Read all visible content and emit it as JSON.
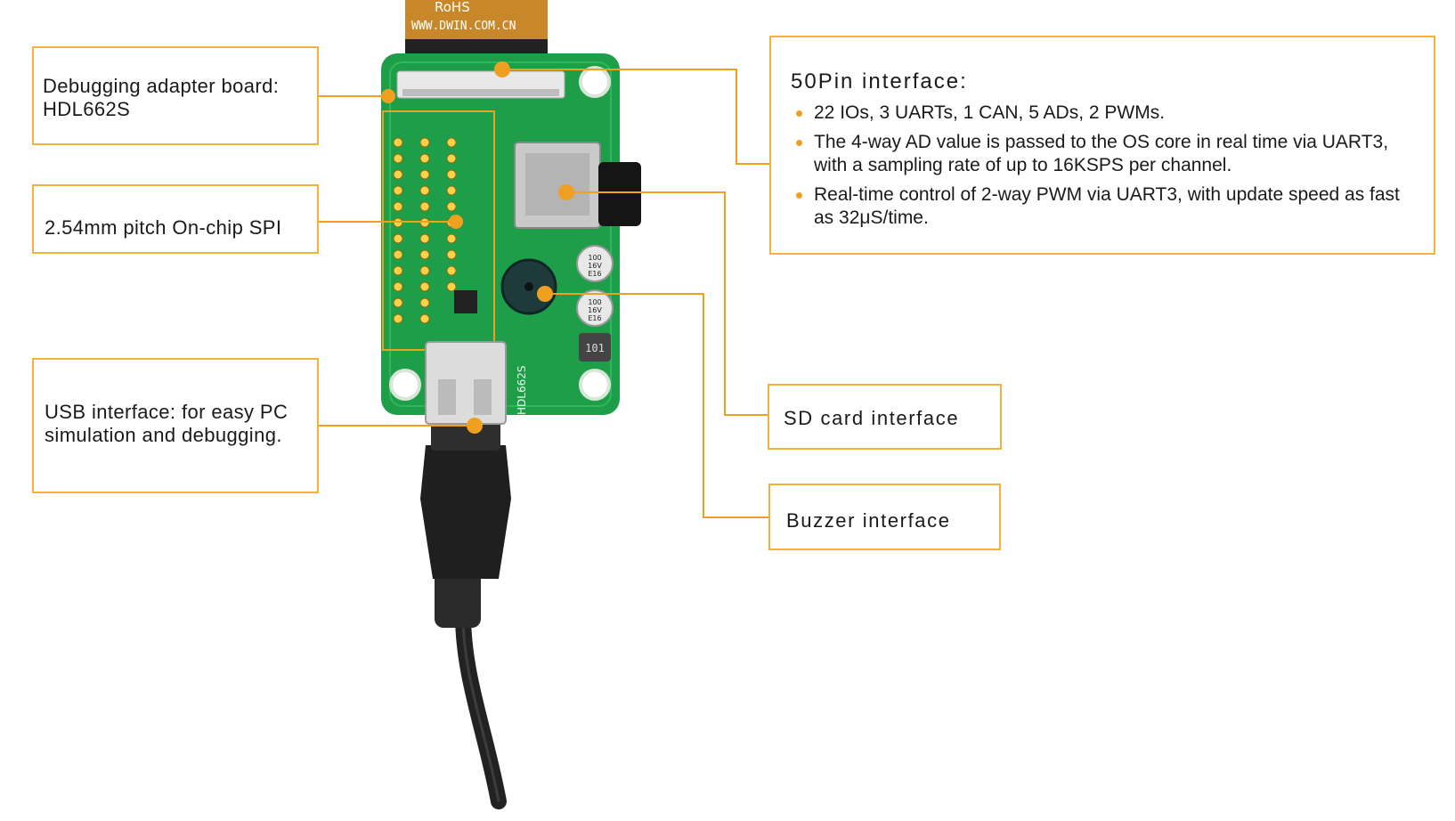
{
  "callouts": {
    "debug": {
      "line1": "Debugging adapter board:",
      "line2": "HDL662S"
    },
    "spi": {
      "label": "2.54mm pitch On-chip SPI"
    },
    "usb": {
      "line1": "USB interface:  for easy PC",
      "line2": "simulation and debugging."
    },
    "pin50": {
      "heading": "50Pin interface:",
      "bullets": [
        "22 IOs, 3 UARTs, 1 CAN, 5 ADs, 2 PWMs.",
        "The 4-way AD value is passed to the OS core in real time via UART3, with a sampling rate of up to 16KSPS per channel.",
        "Real-time control of 2-way PWM via UART3, with update speed as fast as 32μS/time."
      ]
    },
    "sd": {
      "label": "SD card interface"
    },
    "buzzer": {
      "label": "Buzzer interface"
    }
  },
  "board": {
    "cable_text_1": "RoHS",
    "cable_text_2": "WWW.DWIN.COM.CN",
    "silk_label": "HDL662S",
    "cap_label_1": "100",
    "cap_label_2": "16V",
    "cap_label_3": "E16",
    "inductor_label": "101"
  },
  "colors": {
    "accent": "#f0a020",
    "box_border": "#f0b23a",
    "pcb": "#1f9e4a",
    "pcb_dark": "#16803a"
  }
}
